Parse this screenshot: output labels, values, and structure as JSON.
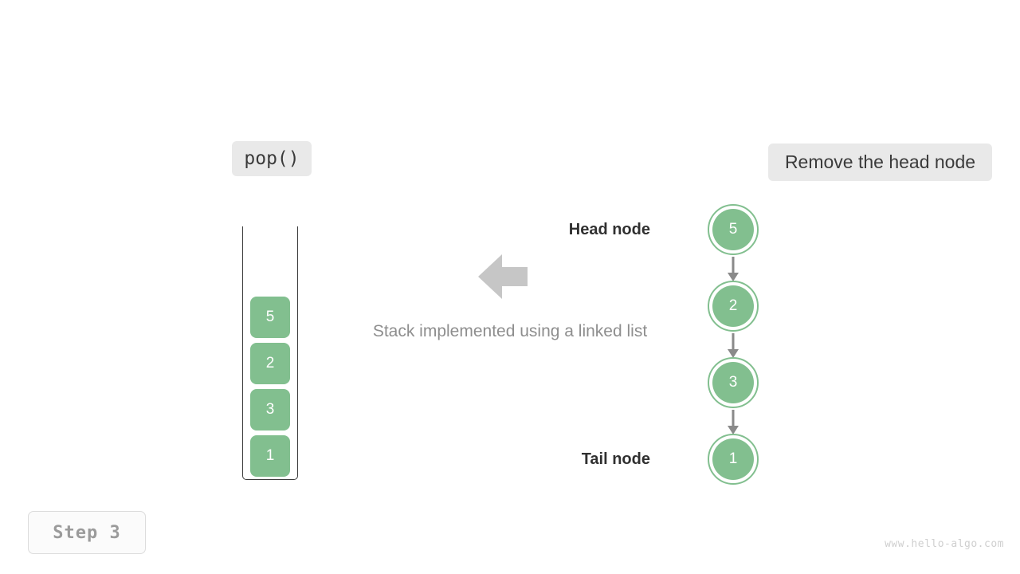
{
  "operation_badge": {
    "label": "pop()"
  },
  "action_badge": {
    "label": "Remove the head node"
  },
  "step_box": {
    "label": "Step 3"
  },
  "watermark": {
    "text": "www.hello-algo.com"
  },
  "center": {
    "caption": "Stack implemented using a linked list",
    "arrow_icon": "arrow-left-icon",
    "arrow_color": "#c6c6c6"
  },
  "stack": {
    "name": "stack-visualization",
    "items": [
      {
        "value": "5"
      },
      {
        "value": "2"
      },
      {
        "value": "3"
      },
      {
        "value": "1"
      }
    ],
    "fill_color": "#82bf8f",
    "text_color": "#ffffff",
    "border_color": "#3d3d3d"
  },
  "linked_list": {
    "head_label": "Head node",
    "tail_label": "Tail node",
    "node_color": "#82bf8f",
    "arrow_color": "#8a8a8a",
    "nodes": [
      {
        "value": "5",
        "role": "head"
      },
      {
        "value": "2",
        "role": "middle"
      },
      {
        "value": "3",
        "role": "middle"
      },
      {
        "value": "1",
        "role": "tail"
      }
    ]
  },
  "colors": {
    "badge_bg": "#e9e9e9",
    "badge_text": "#3b3b3b",
    "caption_text": "#8e8e8e",
    "step_text": "#9b9b9b",
    "watermark_text": "#cfcfcf"
  }
}
